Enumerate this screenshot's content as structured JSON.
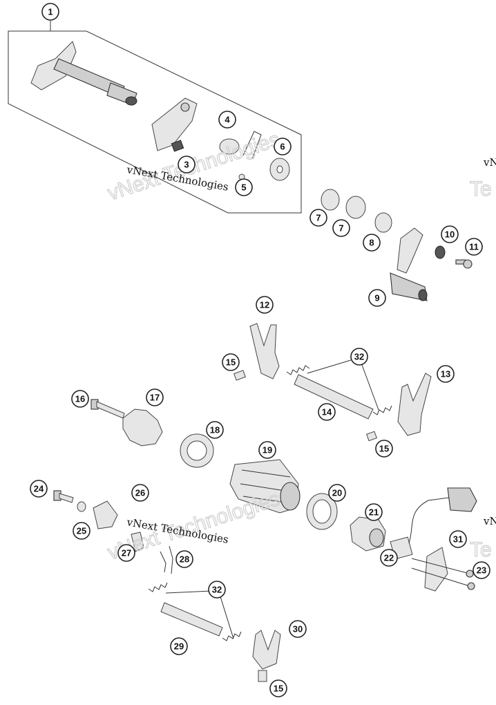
{
  "callouts": [
    {
      "label": "1"
    },
    {
      "label": "3"
    },
    {
      "label": "4"
    },
    {
      "label": "5"
    },
    {
      "label": "6"
    },
    {
      "label": "7"
    },
    {
      "label": "7"
    },
    {
      "label": "8"
    },
    {
      "label": "9"
    },
    {
      "label": "10"
    },
    {
      "label": "11"
    },
    {
      "label": "12"
    },
    {
      "label": "13"
    },
    {
      "label": "14"
    },
    {
      "label": "15"
    },
    {
      "label": "15"
    },
    {
      "label": "15"
    },
    {
      "label": "16"
    },
    {
      "label": "17"
    },
    {
      "label": "18"
    },
    {
      "label": "19"
    },
    {
      "label": "20"
    },
    {
      "label": "21"
    },
    {
      "label": "22"
    },
    {
      "label": "23"
    },
    {
      "label": "24"
    },
    {
      "label": "25"
    },
    {
      "label": "26"
    },
    {
      "label": "27"
    },
    {
      "label": "28"
    },
    {
      "label": "29"
    },
    {
      "label": "30"
    },
    {
      "label": "31"
    },
    {
      "label": "32"
    },
    {
      "label": "32"
    }
  ],
  "watermarks": [
    {
      "small": "vNext Technologies",
      "big": "vNext Technologies"
    },
    {
      "small": "vNext Technologies",
      "big": "vNext Technologies"
    },
    {
      "small": "vN",
      "big": "Te"
    },
    {
      "small": "vN",
      "big": "Te"
    }
  ],
  "colors": {
    "line": "#333333",
    "part": "#cfcfcf",
    "background": "#ffffff"
  }
}
